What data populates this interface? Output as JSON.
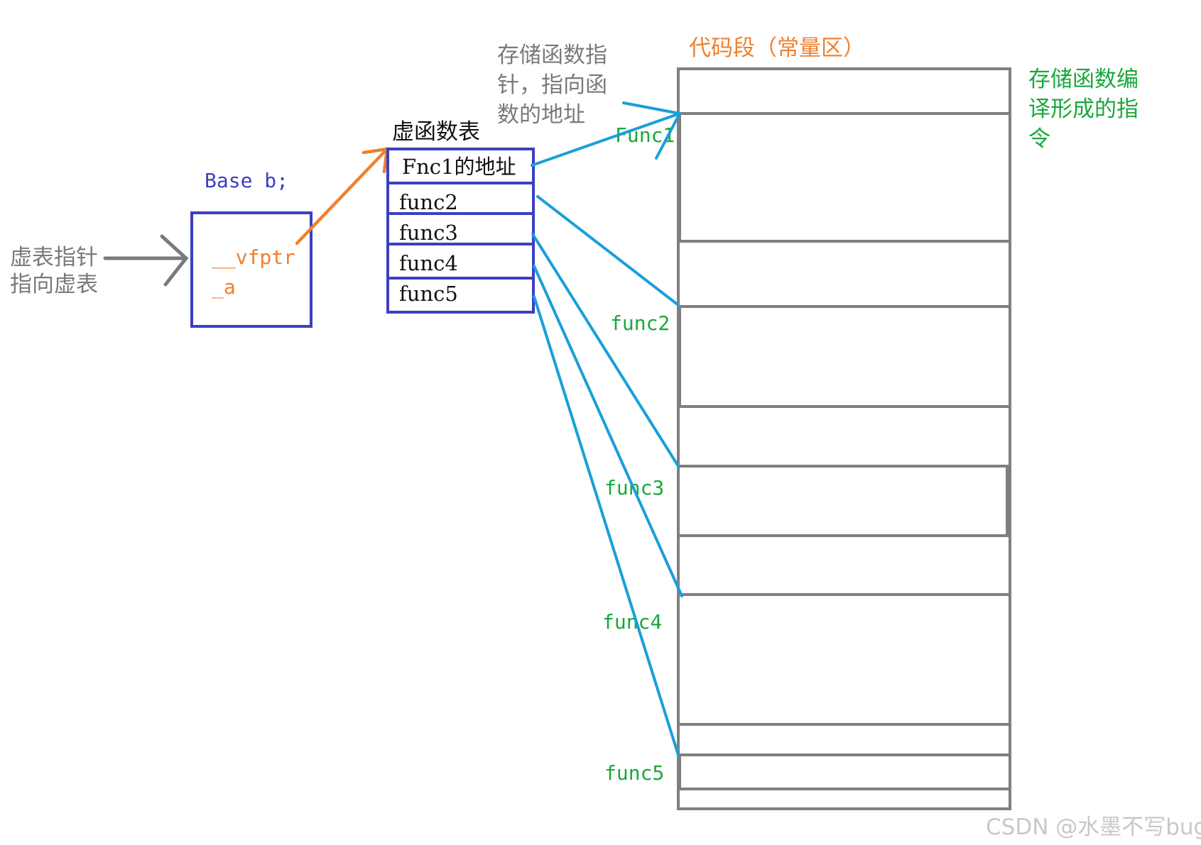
{
  "colors": {
    "gray_annotation": "#7a7a7a",
    "blue_box": "#3b3fc4",
    "orange": "#f07f2e",
    "cyan_arrow": "#1a9fd9",
    "green_label": "#19a83b",
    "black": "#111111",
    "segment_border": "#7f7f7f",
    "watermark": "#c8c8c8"
  },
  "left_note": {
    "line1": "虚表指针",
    "line2": "指向虚表"
  },
  "object": {
    "title": "Base b;",
    "field_vfptr": "__vfptr",
    "field_a": "_a"
  },
  "vtable": {
    "title": "虚函数表",
    "entries": [
      "Fnc1的地址",
      "func2",
      "func3",
      "func4",
      "func5"
    ]
  },
  "top_note": {
    "line1": "存储函数指",
    "line2": "针，指向函",
    "line3": "数的地址"
  },
  "code_segment": {
    "title": "代码段（常量区）",
    "func_labels": [
      "Func1",
      "func2",
      "func3",
      "func4",
      "func5"
    ]
  },
  "right_note": {
    "line1": "存储函数编",
    "line2": "译形成的指",
    "line3": "令"
  },
  "watermark": "CSDN @水墨不写bug"
}
